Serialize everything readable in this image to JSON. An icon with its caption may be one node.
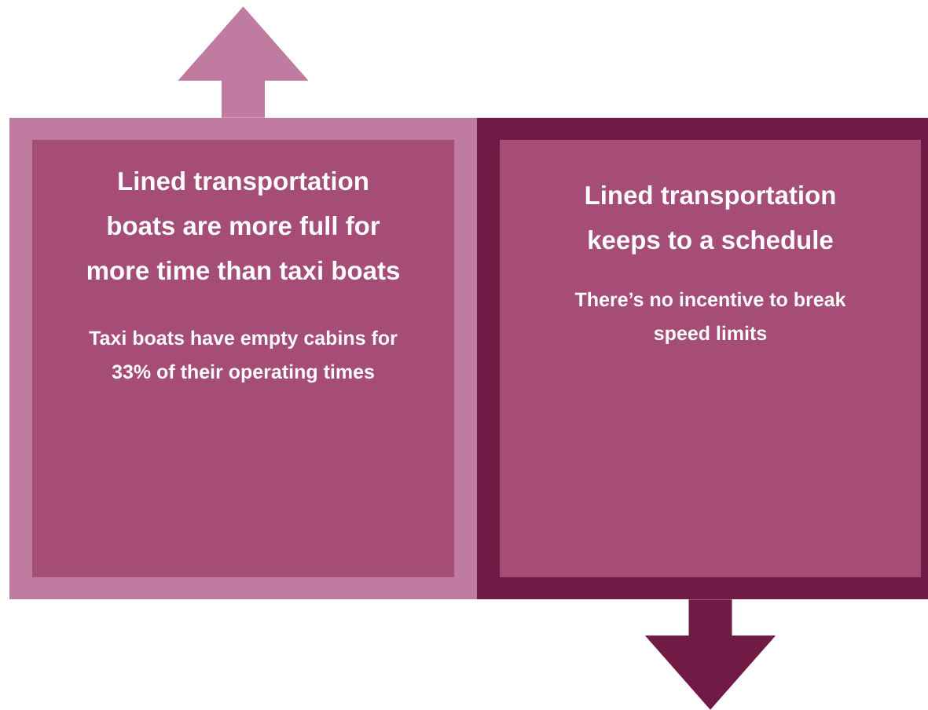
{
  "diagram": {
    "nodes": [
      {
        "text": [],
        "shape": "box"
      },
      {
        "text": [
          "Lined transportation boats are more full for more time than taxi boats",
          "Taxi boats have empty cabins for 33% of their operating times"
        ],
        "in": 0
      },
      {
        "text": [],
        "shape": "box"
      },
      {
        "text": [
          "Lined transportation keeps to a schedule",
          "There’s no incentive to break speed limits"
        ],
        "in": 2
      }
    ],
    "edges": [
      {
        "from": 0,
        "to": null,
        "arrow": "to",
        "color": "#c07ba0"
      },
      {
        "from": 2,
        "to": null,
        "arrow": "to",
        "color": "#721a46"
      }
    ]
  }
}
